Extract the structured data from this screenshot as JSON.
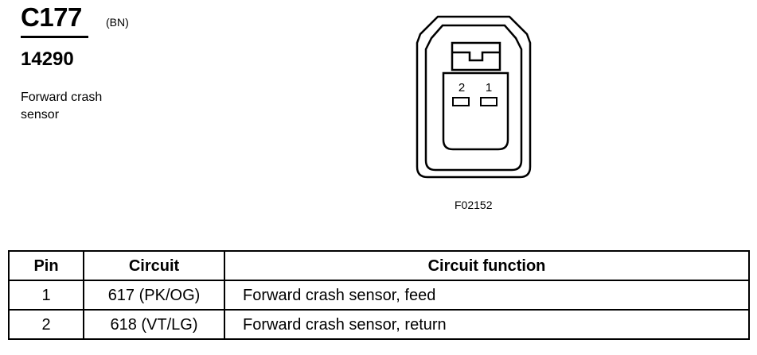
{
  "header": {
    "connector_id": "C177",
    "color_code": "(BN)",
    "part_number": "14290",
    "description": "Forward crash sensor"
  },
  "diagram": {
    "pin_labels": [
      "2",
      "1"
    ],
    "figure_code": "F02152"
  },
  "table": {
    "columns": [
      "Pin",
      "Circuit",
      "Circuit function"
    ],
    "rows": [
      {
        "pin": "1",
        "circuit": "617 (PK/OG)",
        "function": "Forward crash sensor, feed"
      },
      {
        "pin": "2",
        "circuit": "618 (VT/LG)",
        "function": "Forward crash sensor, return"
      }
    ]
  }
}
